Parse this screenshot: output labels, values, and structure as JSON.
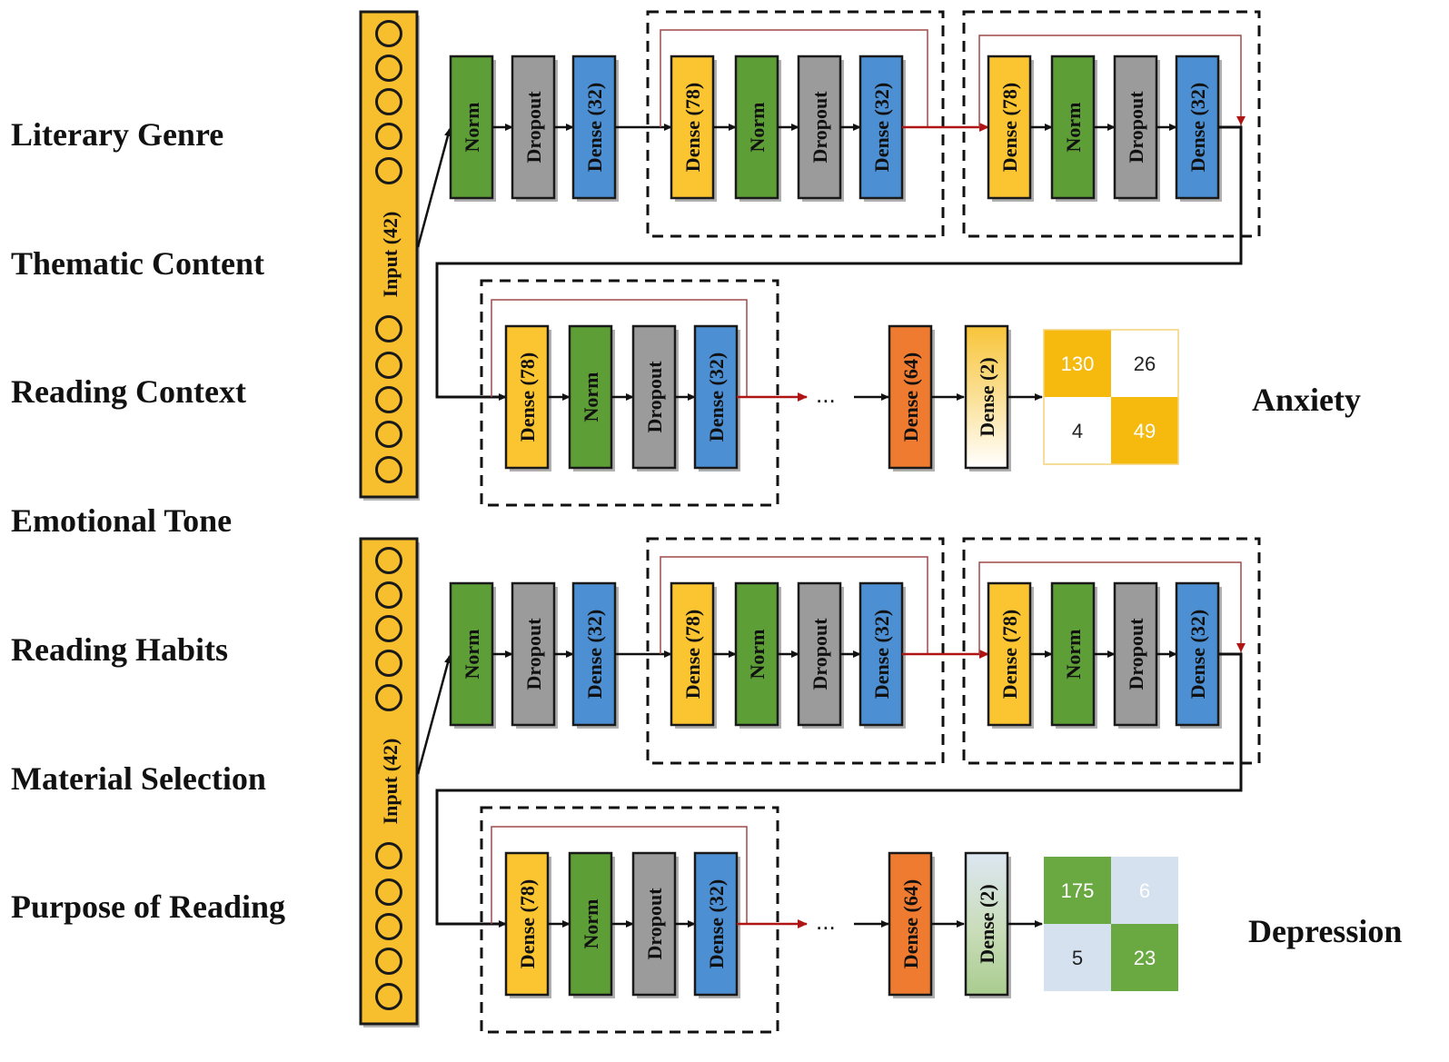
{
  "features": [
    "Literary Genre",
    "Thematic Content",
    "Reading Context",
    "Emotional Tone",
    "Reading Habits",
    "Material Selection",
    "Purpose of Reading"
  ],
  "colors": {
    "input": "#F7BE2D",
    "norm": "#5D9E36",
    "dropout": "#9B9B9B",
    "dense32": "#4D8FD3",
    "dense78": "#FBC531",
    "dense64": "#EE7B2F",
    "residual": "#A04A4A",
    "arrow_red": "#B01515",
    "cm_anxiety": "#F6B90E",
    "cm_depression_main": "#6AA842",
    "cm_depression_off": "#D5E1EE"
  },
  "networks": [
    {
      "input_label": "Input (42)",
      "stage1": [
        "Norm",
        "Dropout",
        "Dense (32)"
      ],
      "residual_block_a": [
        "Dense (78)",
        "Norm",
        "Dropout",
        "Dense (32)"
      ],
      "residual_block_b": [
        "Dense (78)",
        "Norm",
        "Dropout",
        "Dense (32)"
      ],
      "residual_block_c": [
        "Dense (78)",
        "Norm",
        "Dropout",
        "Dense (32)"
      ],
      "ellipsis": "...",
      "head": [
        "Dense (64)",
        "Dense (2)"
      ],
      "confusion_matrix": [
        [
          "130",
          "26"
        ],
        [
          "4",
          "49"
        ]
      ],
      "output_label": "Anxiety"
    },
    {
      "input_label": "Input (42)",
      "stage1": [
        "Norm",
        "Dropout",
        "Dense (32)"
      ],
      "residual_block_a": [
        "Dense (78)",
        "Norm",
        "Dropout",
        "Dense (32)"
      ],
      "residual_block_b": [
        "Dense (78)",
        "Norm",
        "Dropout",
        "Dense (32)"
      ],
      "residual_block_c": [
        "Dense (78)",
        "Norm",
        "Dropout",
        "Dense (32)"
      ],
      "ellipsis": "...",
      "head": [
        "Dense (64)",
        "Dense (2)"
      ],
      "confusion_matrix": [
        [
          "175",
          "6"
        ],
        [
          "5",
          "23"
        ]
      ],
      "output_label": "Depression"
    }
  ]
}
